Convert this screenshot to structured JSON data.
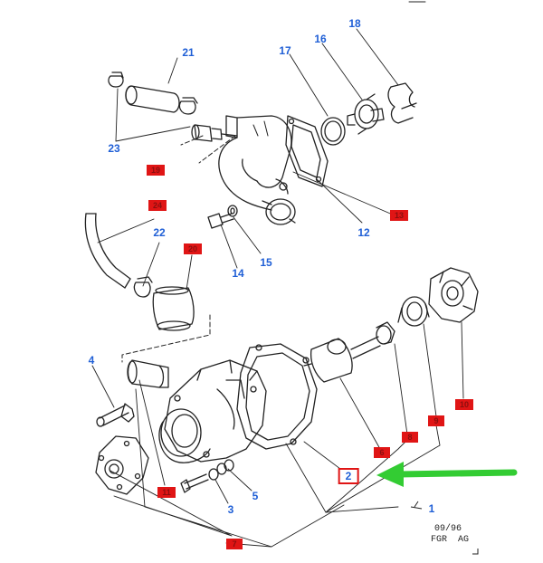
{
  "diagram": {
    "callouts": [
      {
        "id": "c21",
        "text": "21"
      },
      {
        "id": "c17",
        "text": "17"
      },
      {
        "id": "c16",
        "text": "16"
      },
      {
        "id": "c18",
        "text": "18"
      },
      {
        "id": "c23",
        "text": "23"
      },
      {
        "id": "c12",
        "text": "12"
      },
      {
        "id": "c22",
        "text": "22"
      },
      {
        "id": "c14",
        "text": "14"
      },
      {
        "id": "c15",
        "text": "15"
      },
      {
        "id": "c4",
        "text": "4"
      },
      {
        "id": "c3",
        "text": "3"
      },
      {
        "id": "c5",
        "text": "5"
      },
      {
        "id": "c1",
        "text": "1"
      }
    ],
    "red_tags": [
      {
        "id": "t19",
        "text": "19"
      },
      {
        "id": "t13",
        "text": "13"
      },
      {
        "id": "t24",
        "text": "24"
      },
      {
        "id": "t20",
        "text": "20"
      },
      {
        "id": "t10",
        "text": "10"
      },
      {
        "id": "t9",
        "text": "9"
      },
      {
        "id": "t8",
        "text": "8"
      },
      {
        "id": "t6",
        "text": "6"
      },
      {
        "id": "t11",
        "text": "11"
      },
      {
        "id": "t7",
        "text": "7"
      }
    ],
    "highlighted_callout": "2",
    "footer": {
      "date": "09/96",
      "code": "FGR  AG"
    },
    "colors": {
      "callout": "#1f5fd6",
      "red_tag": "#e01515",
      "arrow": "#33cc33",
      "line": "#222222"
    }
  }
}
